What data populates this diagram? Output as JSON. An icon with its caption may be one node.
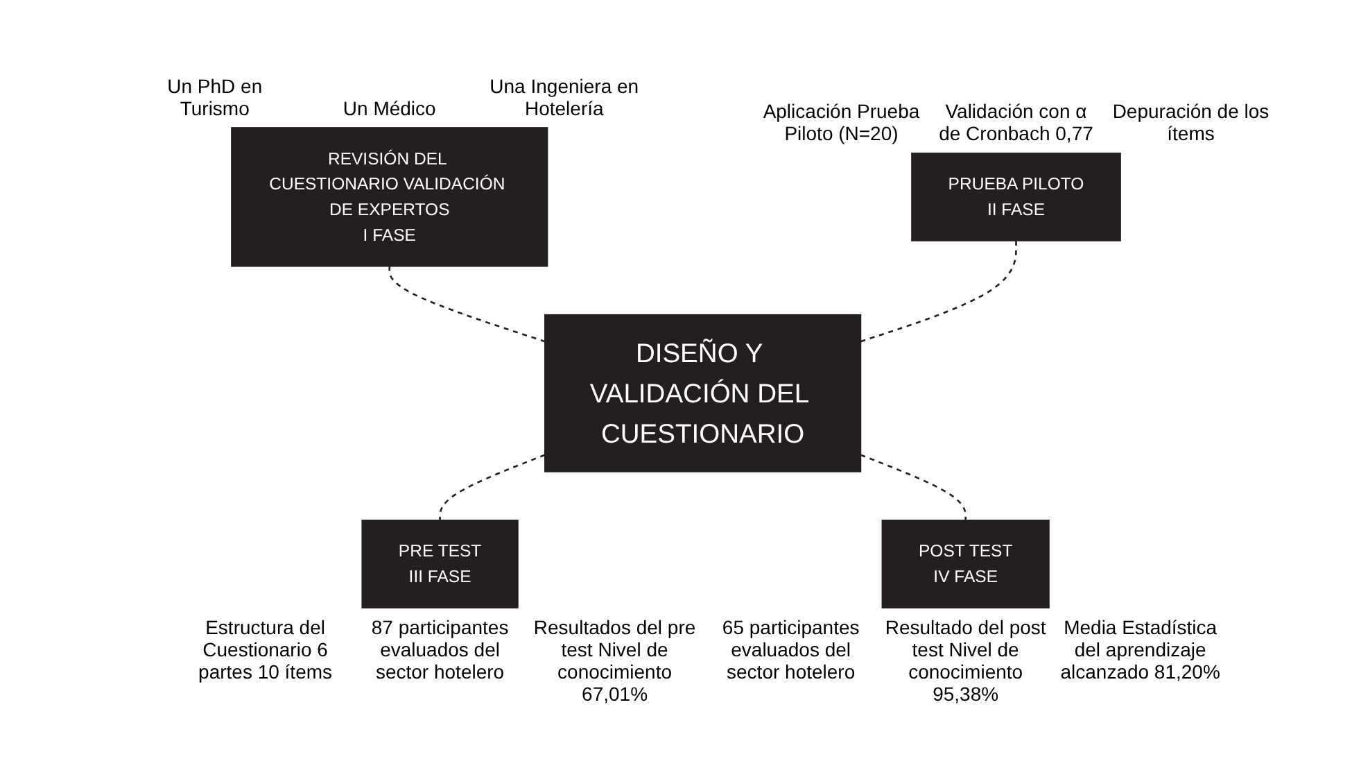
{
  "diagram": {
    "nodes": [
      {
        "text": [
          "REVISIÓN DEL CUESTIONARIO VALIDACIÓN DE EXPERTOS",
          "I FASE"
        ],
        "beside": [
          "Un PhD en Turismo",
          "Un Médico",
          "Una Ingeniera en Hotelería"
        ]
      },
      {
        "text": [
          "PRUEBA PILOTO",
          "II FASE"
        ],
        "beside": [
          "Aplicación Prueba Piloto (N=20)",
          "Validación con α de Cronbach 0,77",
          "Depuración de los ítems"
        ]
      },
      {
        "text": [
          "DISEÑO Y VALIDACIÓN DEL CUESTIONARIO"
        ]
      },
      {
        "text": [
          "PRE TEST",
          "III FASE"
        ],
        "beside": [
          "Estructura del Cuestionario 6 partes 10 ítems",
          "87 participantes evaluados del sector hotelero",
          "Resultados del pre test Nivel de conocimiento 67,01%"
        ]
      },
      {
        "text": [
          "POST TEST",
          "IV FASE"
        ],
        "beside": [
          "65 participantes evaluados del sector hotelero",
          "Resultado del post test Nivel de conocimiento 95,38%",
          "Media Estadística del aprendizaje alcanzado 81,20%"
        ]
      }
    ],
    "edges": [
      {
        "from": 0,
        "to": 2,
        "arrow": "none",
        "style": "dashed"
      },
      {
        "from": 1,
        "to": 2,
        "arrow": "none",
        "style": "dashed"
      },
      {
        "from": 2,
        "to": 3,
        "arrow": "none",
        "style": "dashed"
      },
      {
        "from": 2,
        "to": 4,
        "arrow": "none",
        "style": "dashed"
      }
    ]
  }
}
